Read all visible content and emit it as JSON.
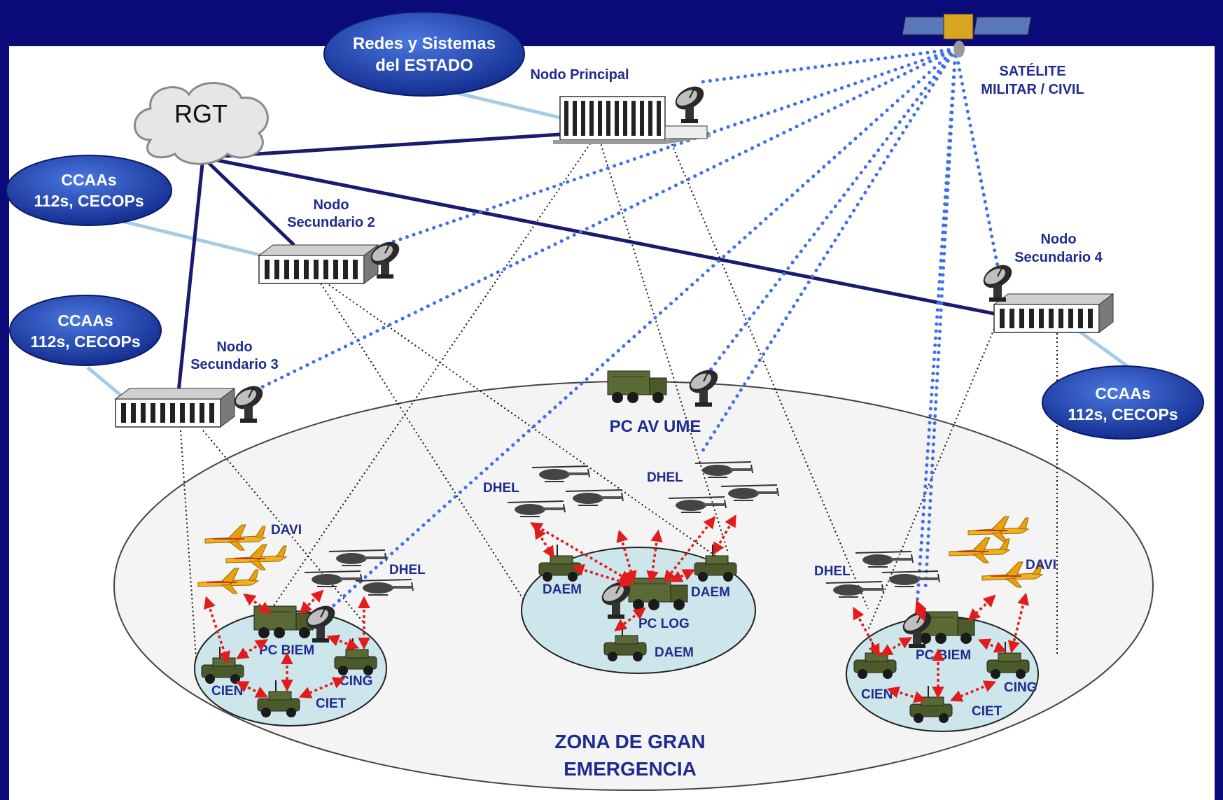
{
  "satellite": {
    "label_line1": "SATÉLITE",
    "label_line2": "MILITAR / CIVIL"
  },
  "redes": {
    "line1": "Redes y Sistemas",
    "line2": "del ESTADO"
  },
  "rgt": {
    "label": "RGT"
  },
  "ccaas": {
    "line1": "CCAAs",
    "line2": "112s, CECOPs"
  },
  "nodes": {
    "principal": {
      "label": "Nodo Principal"
    },
    "sec2": {
      "line1": "Nodo",
      "line2": "Secundario 2"
    },
    "sec3": {
      "line1": "Nodo",
      "line2": "Secundario 3"
    },
    "sec4": {
      "line1": "Nodo",
      "line2": "Secundario 4"
    }
  },
  "zone": {
    "line1": "ZONA DE GRAN",
    "line2": "EMERGENCIA"
  },
  "pc_av": {
    "label": "PC AV UME"
  },
  "left_group": {
    "davi": "DAVI",
    "dhel": "DHEL",
    "pc": "PC BIEM",
    "cien": "CIEN",
    "cing": "CING",
    "ciet": "CIET"
  },
  "center_group": {
    "dhel_a": "DHEL",
    "dhel_b": "DHEL",
    "daem_left": "DAEM",
    "daem_right": "DAEM",
    "daem_bottom": "DAEM",
    "pc": "PC LOG"
  },
  "right_group": {
    "davi": "DAVI",
    "dhel": "DHEL",
    "pc": "PC BIEM",
    "cien": "CIEN",
    "cing": "CING",
    "ciet": "CIET"
  },
  "colors": {
    "background": "#0a0a7a",
    "link_navy": "#1a1a6e",
    "sat_link": "#3f6fe8",
    "ellipse_fill": "#cde6ec",
    "ccaa_fill": "#1e3fb0",
    "red_arrows": "#e21b1b"
  }
}
